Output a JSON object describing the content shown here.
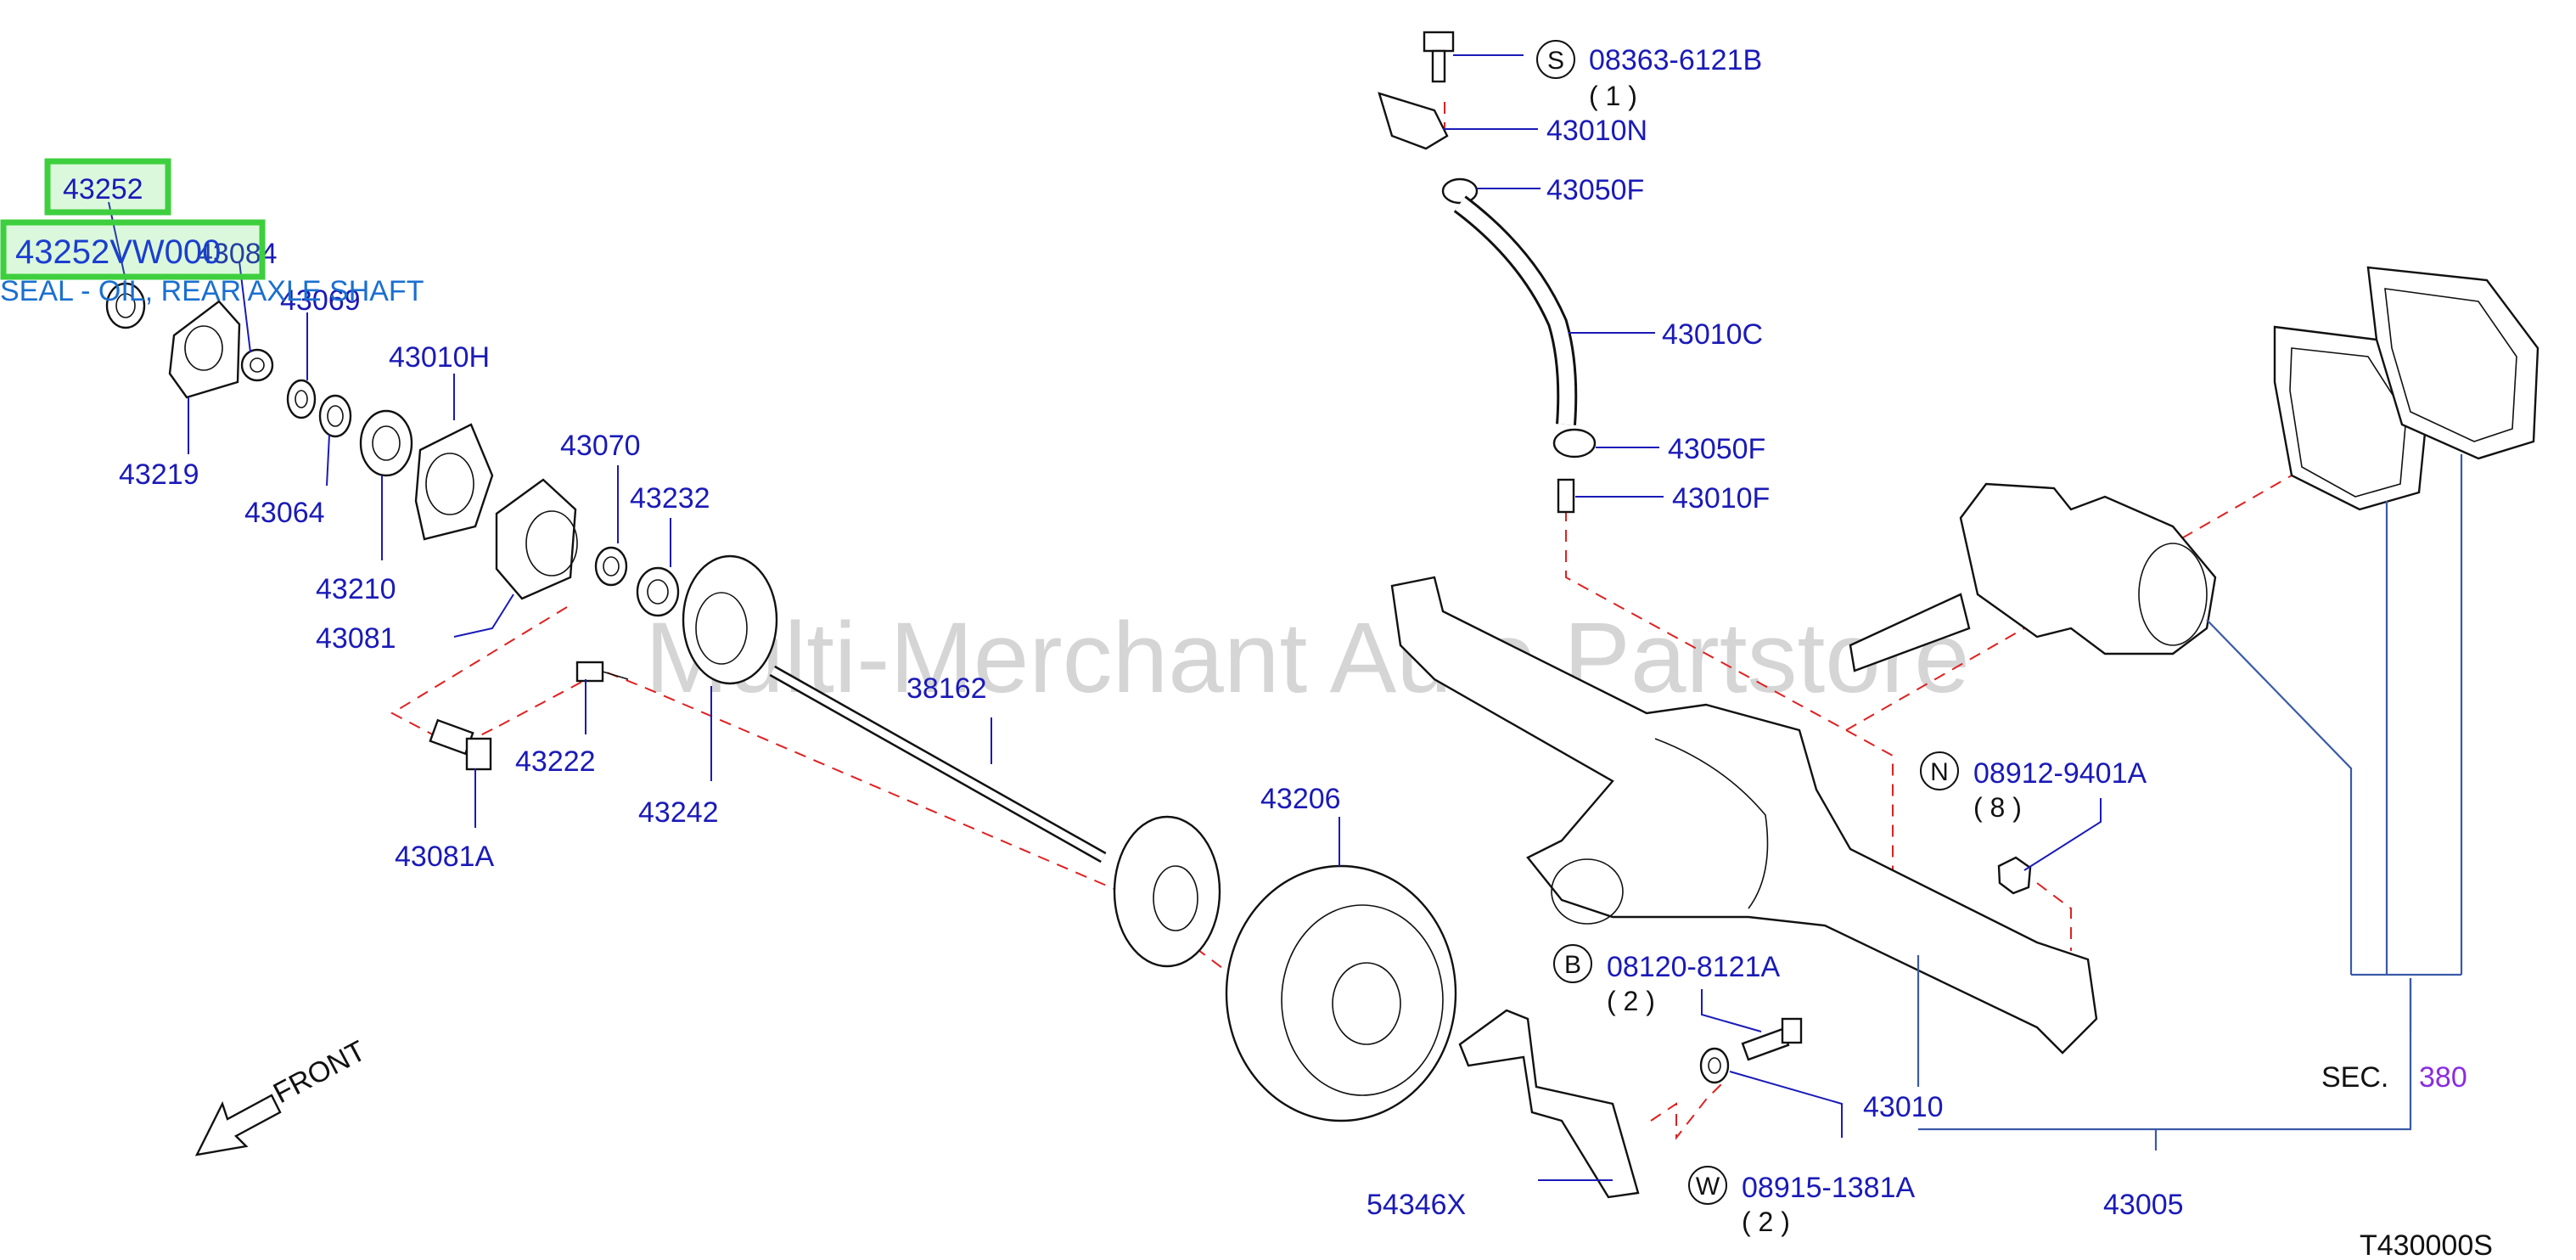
{
  "watermark": "Multi-Merchant Auto Partstore",
  "diagram_code": "T430000S",
  "front_label": "FRONT",
  "highlight": {
    "ref": "43252",
    "part_number": "43252VW000",
    "description": "SEAL - OIL, REAR AXLE SHAFT"
  },
  "labels": {
    "p43084": "43084",
    "p43069": "43069",
    "p43219": "43219",
    "p43064": "43064",
    "p43010H": "43010H",
    "p43210": "43210",
    "p43070": "43070",
    "p43232": "43232",
    "p43081": "43081",
    "p43222": "43222",
    "p43242": "43242",
    "p43081A": "43081A",
    "p38162": "38162",
    "p43206": "43206",
    "p43010N": "43010N",
    "p43050F_top": "43050F",
    "p43010C": "43010C",
    "p43050F_bottom": "43050F",
    "p43010F": "43010F",
    "p43010": "43010",
    "p43005": "43005",
    "p54346X": "54346X",
    "sec_label": "SEC.",
    "sec_num": "380"
  },
  "symbol_callouts": {
    "s": {
      "symbol": "S",
      "part": "08363-6121B",
      "qty": "( 1 )"
    },
    "n": {
      "symbol": "N",
      "part": "08912-9401A",
      "qty": "( 8 )"
    },
    "b": {
      "symbol": "B",
      "part": "08120-8121A",
      "qty": "( 2 )"
    },
    "w": {
      "symbol": "W",
      "part": "08915-1381A",
      "qty": "( 2 )"
    }
  }
}
